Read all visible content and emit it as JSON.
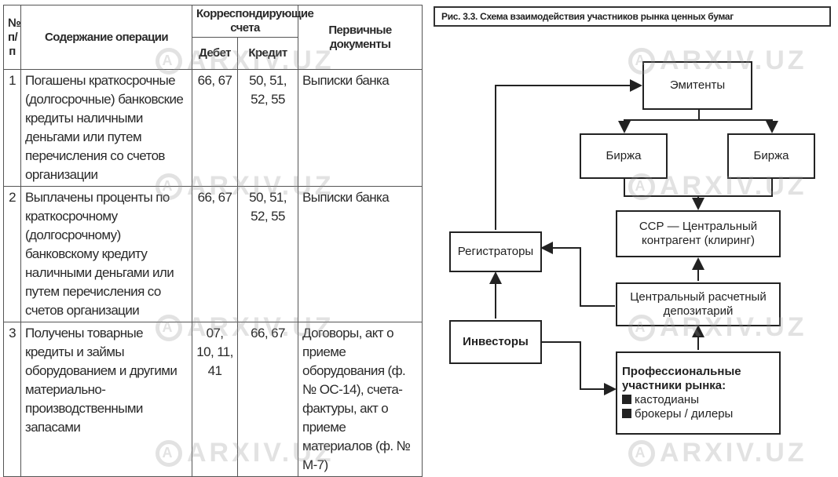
{
  "table": {
    "headers": {
      "num": "№ п/п",
      "content": "Содержание операции",
      "accounts": "Корреспондирующие счета",
      "debit": "Дебет",
      "credit": "Кредит",
      "docs": "Первичные документы"
    },
    "rows": [
      {
        "num": "1",
        "content": "Погашены краткосрочные (долгосрочные) банковские кредиты наличными деньгами или путем перечисления со счетов организации",
        "debit": "66, 67",
        "credit": "50, 51, 52, 55",
        "docs": "Выписки банка"
      },
      {
        "num": "2",
        "content": "Выплачены проценты по краткосрочному (долгосрочному) банковскому кредиту наличными деньгами или путем перечисления со счетов организации",
        "debit": "66, 67",
        "credit": "50, 51, 52, 55",
        "docs": "Выписки банка"
      },
      {
        "num": "3",
        "content": "Получены товарные кредиты и займы оборудованием и другими материально-производственными запасами",
        "debit": "07, 10, 11, 41",
        "credit": "66, 67",
        "docs": "Договоры, акт о приеме оборудования (ф. № ОС-14), счета-фактуры, акт о приеме материалов (ф. № М-7)"
      }
    ]
  },
  "diagram": {
    "caption": "Рис. 3.3. Схема взаимодействия участников рынка ценных бумаг",
    "nodes": {
      "emitents": "Эмитенты",
      "birzha_left": "Биржа",
      "birzha_right": "Биржа",
      "ccp_title": "ССР — Центральный контрагент (клиринг)",
      "registrators": "Регистраторы",
      "csd": "Центральный расчетный депозитарий",
      "investors": "Инвесторы",
      "pro_title": "Профессиональные участники рынка:",
      "pro_item1": "кастодианы",
      "pro_item2": "брокеры / дилеры"
    }
  },
  "watermark": {
    "text": "ARXIV.UZ",
    "ring_letter": "A"
  }
}
